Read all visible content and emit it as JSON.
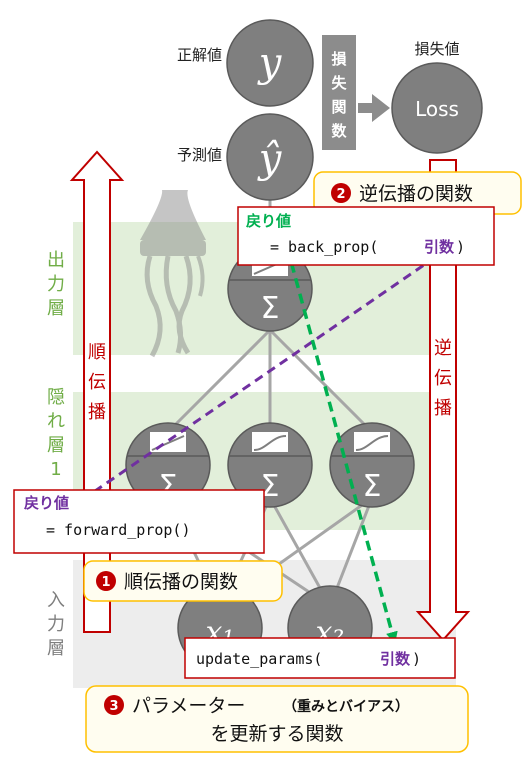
{
  "top": {
    "label_true": "正解値",
    "label_pred": "予測値",
    "label_loss_value": "損失値",
    "y_symbol": "y",
    "yhat_symbol": "ŷ",
    "loss_function": [
      "損",
      "失",
      "関",
      "数"
    ],
    "loss_symbol": "Loss"
  },
  "layers": {
    "output": [
      "出",
      "力",
      "層"
    ],
    "hidden": [
      "隠",
      "れ",
      "層",
      "1"
    ],
    "input": [
      "入",
      "力",
      "層"
    ]
  },
  "arrows": {
    "forward": [
      "順",
      "伝",
      "播"
    ],
    "backward": [
      "逆",
      "伝",
      "播"
    ]
  },
  "nodes": {
    "sigma": "Σ",
    "x1": "x₁",
    "x2": "x₂"
  },
  "callouts": {
    "backprop_title": "逆伝播の関数",
    "backprop_num": "2",
    "forward_title": "順伝播の関数",
    "forward_num": "1",
    "update_title_1": "パラメーター",
    "update_title_paren": "（重みとバイアス）",
    "update_title_2": "を更新する関数",
    "update_num": "3"
  },
  "code": {
    "return_label": "戻り値",
    "arg_label": "引数",
    "backprop_line": "= back_prop(",
    "close_paren": ")",
    "forward_line": "= forward_prop()",
    "update_line": "update_params(",
    "update_close": ")"
  },
  "colors": {
    "output_band": "#e2efda",
    "hidden_band": "#e2efda",
    "input_band": "#ededed",
    "layer_label": "#70ad47",
    "input_label": "#7f7f7f",
    "node_fill": "#7f7f7f",
    "red": "#c00000",
    "purple": "#7030a0",
    "green": "#00b050",
    "callout_fill": "#fffdf0",
    "callout_border": "#ffc000"
  }
}
